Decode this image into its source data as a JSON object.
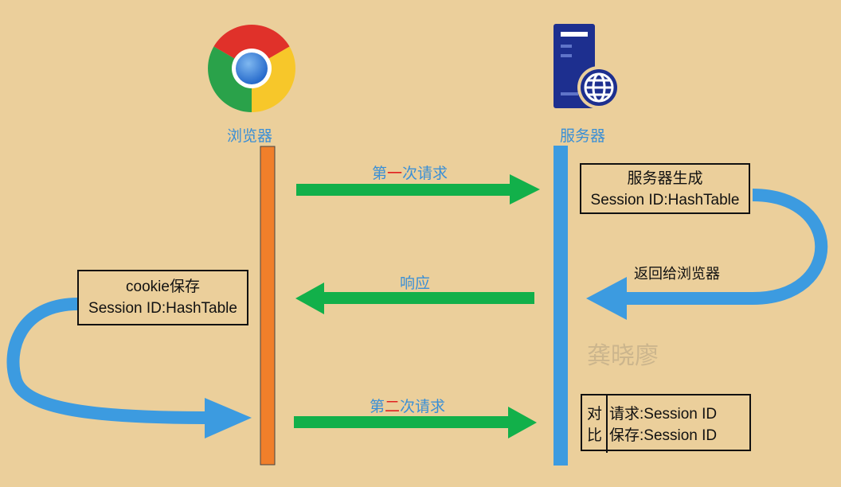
{
  "browser": {
    "label": "浏览器",
    "icon": "chrome-browser-icon"
  },
  "server": {
    "label": "服务器",
    "icon": "web-server-globe-icon"
  },
  "arrows": {
    "first_request": {
      "prefix": "第",
      "highlight": "一",
      "suffix": "次请求"
    },
    "response": "响应",
    "second_request": {
      "prefix": "第",
      "highlight": "二",
      "suffix": "次请求"
    },
    "return_to_browser": "返回给浏览器"
  },
  "boxes": {
    "server_generate": {
      "line1": "服务器生成",
      "line2": "Session ID:HashTable"
    },
    "cookie_save": {
      "line1": "cookie保存",
      "line2": "Session ID:HashTable"
    },
    "compare": {
      "side1": "对",
      "side2": "比",
      "line1": "请求:Session ID",
      "line2": "保存:Session ID"
    }
  },
  "watermark": "龚晓廖",
  "colors": {
    "background": "#ebcf9b",
    "browser_lifeline": "#f07f2a",
    "server_lifeline": "#3c9be0",
    "message_arrow": "#12b04a",
    "loop_arrow": "#3c9be0",
    "label_text": "#3a8fd6",
    "highlight_text": "#e02020"
  }
}
